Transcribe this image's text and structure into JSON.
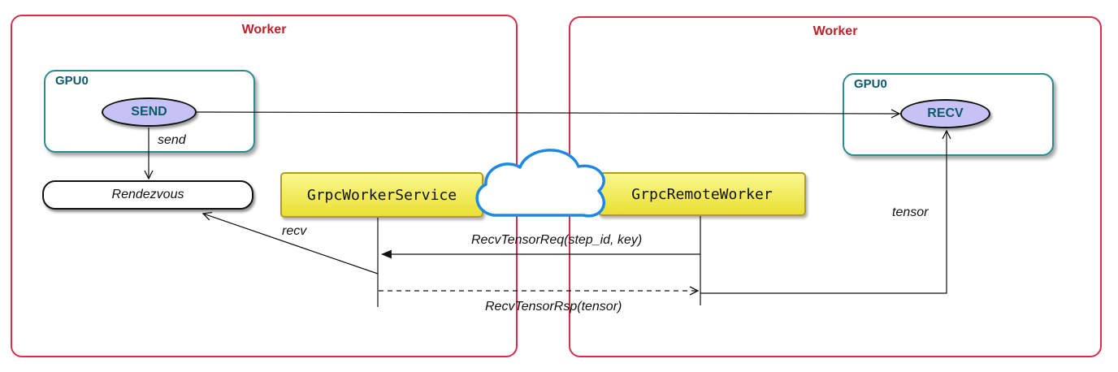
{
  "left_worker": {
    "title": "Worker",
    "gpu": {
      "title": "GPU0",
      "op": "SEND"
    }
  },
  "right_worker": {
    "title": "Worker",
    "gpu": {
      "title": "GPU0",
      "op": "RECV"
    }
  },
  "rendezvous": "Rendezvous",
  "services": {
    "grpc_worker_service": "GrpcWorkerService",
    "grpc_remote_worker": "GrpcRemoteWorker"
  },
  "edge_labels": {
    "send": "send",
    "recv": "recv",
    "tensor": "tensor",
    "request": "RecvTensorReq(step_id, key)",
    "response": "RecvTensorRsp(tensor)"
  },
  "colors": {
    "worker_border": "#d6304a",
    "worker_title": "#c0202a",
    "gpu_border": "#2e8b8b",
    "op_fill": "#c6c2f5",
    "service_fill": "#f3ec55",
    "cloud": "#1e88e5"
  }
}
